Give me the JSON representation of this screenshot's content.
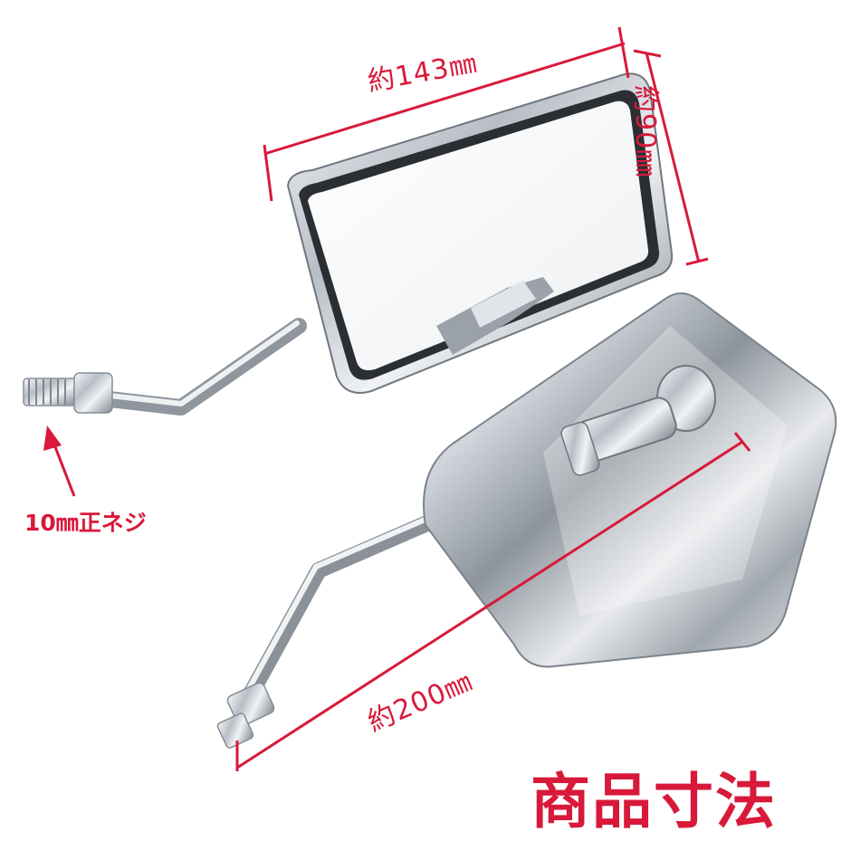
{
  "image": {
    "title": "商品寸法",
    "subject": "chrome-rectangular-motorcycle-mirrors"
  },
  "annotations": {
    "width": "約143㎜",
    "height": "約90㎜",
    "length": "約200㎜",
    "thread": "10㎜正ネジ"
  },
  "colors": {
    "accent": "#d8193a",
    "background": "#ffffff",
    "chrome": "#c8cdd3"
  }
}
